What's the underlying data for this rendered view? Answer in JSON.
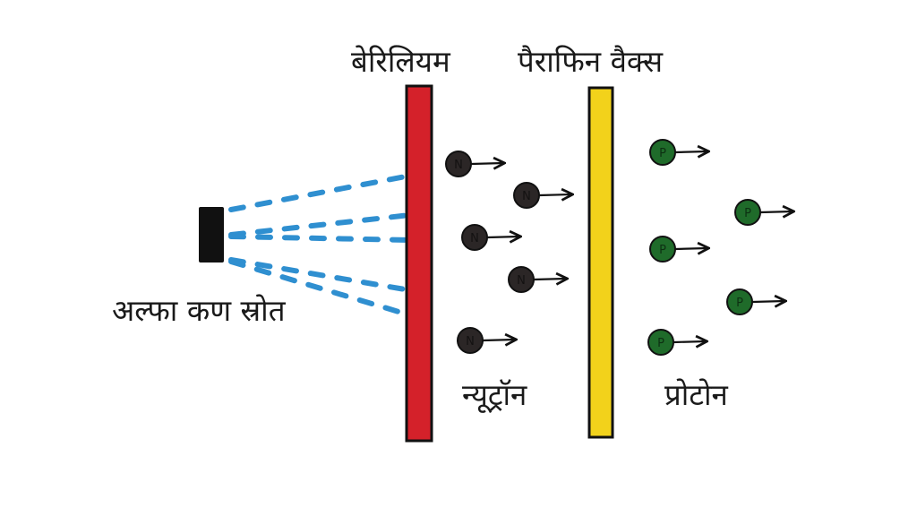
{
  "labels": {
    "beryllium": "बेरिलियम",
    "paraffin_wax": "पैराफिन वैक्स",
    "alpha_source": "अल्फा कण स्रोत",
    "neutron": "न्यूट्रॉन",
    "proton": "प्रोटोन"
  },
  "particle_letters": {
    "neutron": "N",
    "proton": "P"
  },
  "colors": {
    "beryllium_plate": "#d4212a",
    "paraffin_plate": "#f2d21b",
    "alpha_rays": "#2f8fd0",
    "source_block": "#111111",
    "neutron_fill": "#2b2626",
    "proton_fill": "#1f6b2a",
    "ink": "#111111"
  },
  "counts": {
    "neutrons": 5,
    "protons": 5
  }
}
